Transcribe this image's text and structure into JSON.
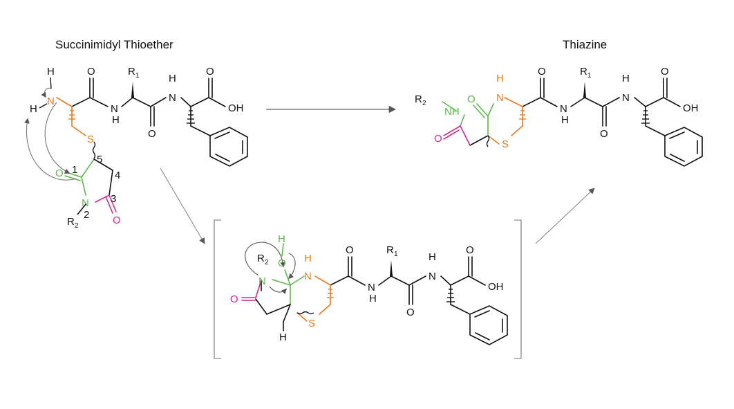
{
  "titles": {
    "left": "Succinimidyl Thioether",
    "right": "Thiazine"
  },
  "colors": {
    "bond": "#111111",
    "orange": "#e87a1f",
    "green": "#5cb84a",
    "magenta": "#d6268f",
    "arrow": "#777777",
    "bracket": "#8a8a8a"
  },
  "labels": {
    "N": "N",
    "NH": "NH",
    "H": "H",
    "O": "O",
    "OH": "OH",
    "S": "S",
    "R": "R",
    "sub1": "1",
    "sub2": "2"
  },
  "ring_numbers": [
    "1",
    "2",
    "3",
    "4",
    "5"
  ]
}
